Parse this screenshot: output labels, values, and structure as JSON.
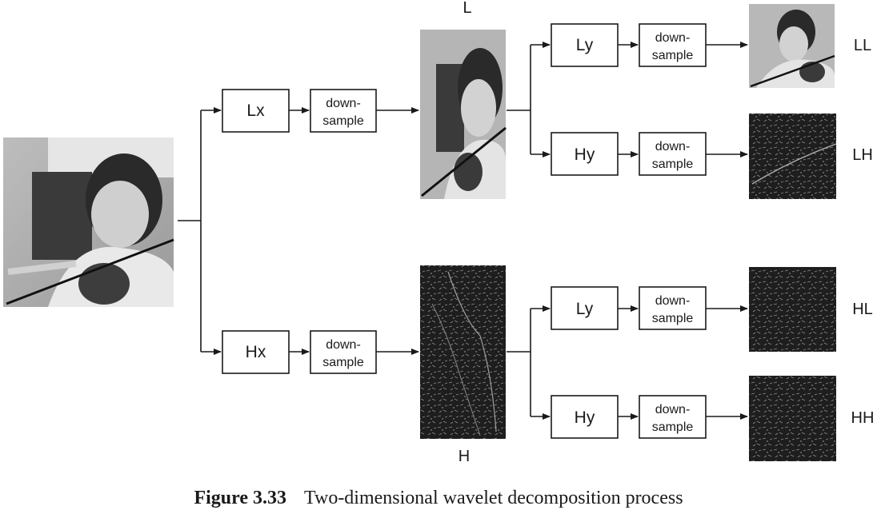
{
  "diagram": {
    "input_image_icon": "girl-with-violin-photo",
    "stage1": {
      "lowpass": "Lx",
      "highpass": "Hx",
      "downsample_line1": "down-",
      "downsample_line2": "sample"
    },
    "intermediate": {
      "low_label": "L",
      "high_label": "H"
    },
    "stage2": {
      "lowpass": "Ly",
      "highpass": "Hy"
    },
    "outputs": {
      "ll": "LL",
      "lh": "LH",
      "hl": "HL",
      "hh": "HH"
    }
  },
  "caption": {
    "number": "Figure 3.33",
    "text": "Two-dimensional wavelet decomposition process"
  }
}
